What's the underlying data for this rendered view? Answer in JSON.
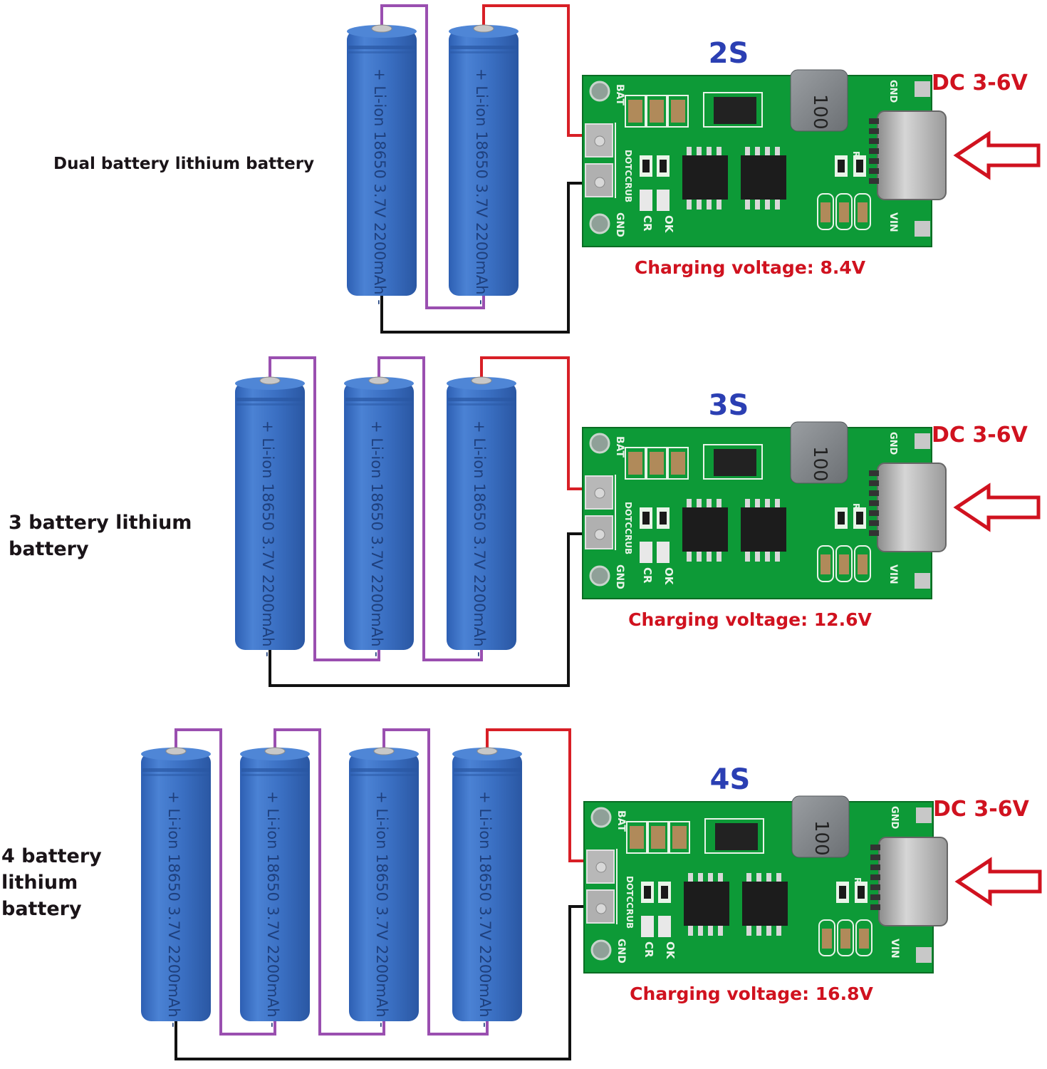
{
  "colors": {
    "battery_body": "#3a6fc2",
    "battery_shade": "#2a57a3",
    "battery_text": "#1e3f7c",
    "pcb_green": "#0d9a37",
    "pcb_dark": "#0a7a2a",
    "series_wire": "#9a4fb0",
    "positive_wire": "#d81f26",
    "negative_wire": "#111111",
    "title_blue": "#2b3fb3",
    "red_label": "#d0121f",
    "label_text": "#1a1418"
  },
  "battery_label": "+ Li-ion 18650 3.7V 2200mAh -",
  "pcb_labels": {
    "bat": "BAT",
    "gnd_left": "GND",
    "gnd_right": "GND",
    "vin": "VIN",
    "cr": "CR",
    "ok": "OK",
    "rcs": "RCS",
    "side": "DOTCCRUB",
    "inductor": "100"
  },
  "rows": [
    {
      "title": "2S",
      "description": "Dual battery lithium battery",
      "battery_count": 2,
      "input": "DC 3-6V",
      "charging_voltage": "Charging voltage: 8.4V"
    },
    {
      "title": "3S",
      "description": "3 battery lithium\nbattery",
      "battery_count": 3,
      "input": "DC 3-6V",
      "charging_voltage": "Charging voltage: 12.6V"
    },
    {
      "title": "4S",
      "description": "4 battery\nlithium\nbattery",
      "battery_count": 4,
      "input": "DC 3-6V",
      "charging_voltage": "Charging voltage: 16.8V"
    }
  ]
}
